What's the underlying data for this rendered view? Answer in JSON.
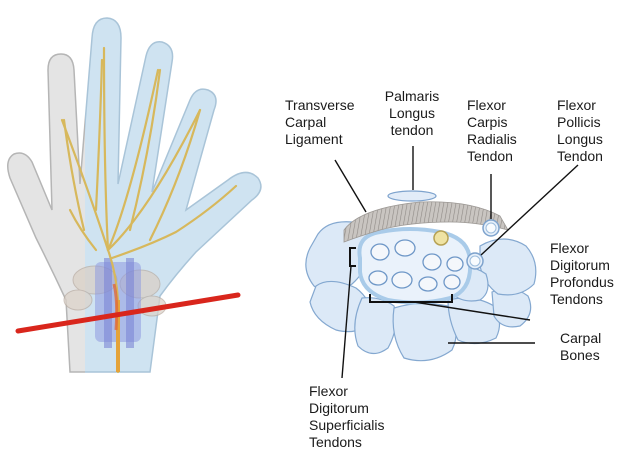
{
  "colors": {
    "skin_left": "#e6e6e6",
    "skin_right": "#cfe4f2",
    "outline": "#b9b9b9",
    "nerve": "#d6b85a",
    "cut_line": "#d9261c",
    "bone_fill": "#dce9f7",
    "bone_stroke": "#7fa6cf",
    "tendon_fill": "#f2f6fb",
    "tendon_stroke": "#6f98c8",
    "sheath": "#bcd6ee",
    "ligament": "#a9a4a0",
    "nerve_cross": "#eadf9a",
    "pointer": "#111111"
  },
  "labels": {
    "transverse_carpal_ligament": "Transverse\nCarpal\nLigament",
    "palmaris_longus_tendon": "Palmaris\nLongus\ntendon",
    "flexor_carpis_radialis_tendon": "Flexor\nCarpis\nRadialis\nTendon",
    "flexor_pollicis_longus_tendon": "Flexor\nPollicis\nLongus\nTendon",
    "flexor_digitorum_profondus_tendons": "Flexor\nDigitorum\nProfondus\nTendons",
    "carpal_bones": "Carpal\nBones",
    "flexor_digitorum_superficialis_tendons": "Flexor\nDigitorum\nSuperficialis\nTendons"
  }
}
